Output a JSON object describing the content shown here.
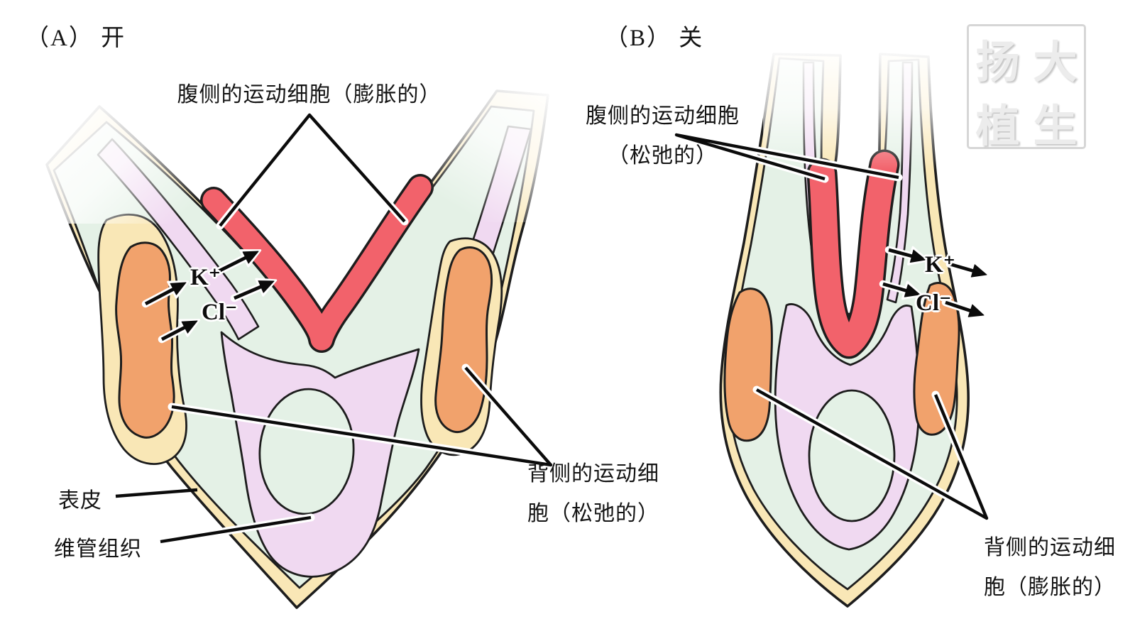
{
  "figure": {
    "panel_a": {
      "title": "（A） 开",
      "labels": {
        "ventral_motor_cells": "腹侧的运动细胞（膨胀的）",
        "k_ion": "K⁺",
        "cl_ion": "Cl⁻",
        "epidermis": "表皮",
        "vascular_tissue": "维管组织",
        "dorsal_motor_cells_line1": "背侧的运动细",
        "dorsal_motor_cells_line2": "胞（松弛的）"
      }
    },
    "panel_b": {
      "title": "（B） 关",
      "labels": {
        "ventral_motor_cells_line1": "腹侧的运动细胞",
        "ventral_motor_cells_line2": "（松弛的）",
        "k_ion": "K⁺",
        "cl_ion": "Cl⁻",
        "dorsal_motor_cells_line1": "背侧的运动细",
        "dorsal_motor_cells_line2": "胞（膨胀的）"
      }
    },
    "watermark": {
      "chars": [
        "扬",
        "大",
        "植",
        "生"
      ]
    },
    "colors": {
      "epidermis_cream": "#F9E7B6",
      "ground_tissue_green": "#E4F1E6",
      "vascular_purple": "#F0D9F1",
      "ventral_cell_red": "#F2626B",
      "dorsal_cell_orange": "#F1A26C",
      "outline_black": "#1D1D1D",
      "leader_line_black": "#0B0B0B"
    }
  }
}
